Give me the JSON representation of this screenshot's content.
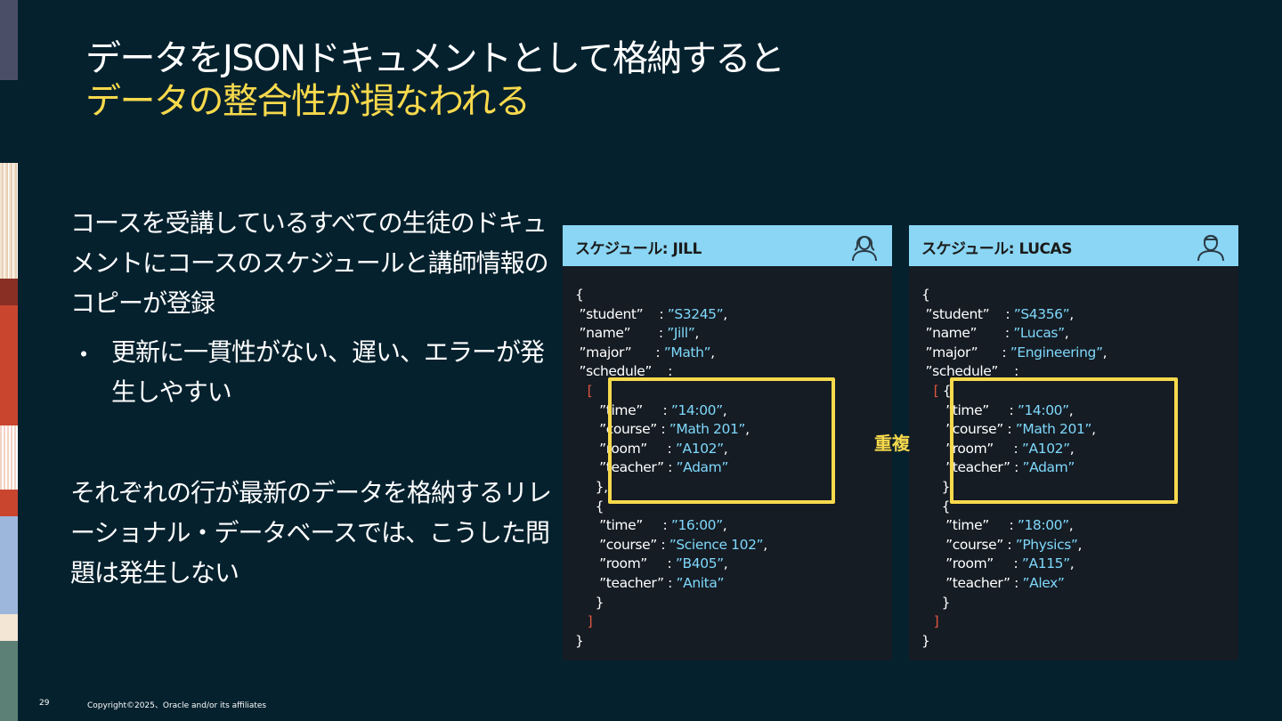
{
  "slide": {
    "title_line1": "データをJSONドキュメントとして格納すると",
    "title_line2": "データの整合性が損なわれる",
    "accent_color": "#f7d94c",
    "page_number": "29",
    "copyright": "Copyright©2025、Oracle and/or its affiliates"
  },
  "body": {
    "paragraph1": "コースを受講しているすべての生徒のドキュメントにコースのスケジュールと講師情報のコピーが登録",
    "bullet_marker": "・",
    "bullet1": "更新に一貫性がない、遅い、エラーが発生しやすい",
    "paragraph2": "それぞれの行が最新のデータを格納するリレーショナル・データベースでは、こうした問題は発生しない"
  },
  "duplicate_label": "重複",
  "cards": [
    {
      "title": "スケジュール:  JILL",
      "icon": "female-user-icon",
      "lines": [
        {
          "k": "{",
          "v": ""
        },
        {
          "k": " ”student”    : ",
          "v": "”S3245”",
          "t": ","
        },
        {
          "k": " ”name”       : ",
          "v": "”Jill”",
          "t": ","
        },
        {
          "k": " ”major”      : ",
          "v": "”Math”",
          "t": ","
        },
        {
          "k": " ”schedule”    :",
          "v": ""
        },
        {
          "k": "   ",
          "b": "[",
          "v": ""
        },
        {
          "k": "      ”time”     : ",
          "v": "”14:00”",
          "t": ","
        },
        {
          "k": "      ”course” : ",
          "v": "”Math 201”",
          "t": ","
        },
        {
          "k": "      ”room”     : ",
          "v": "”A102”",
          "t": ","
        },
        {
          "k": "      ”teacher” : ",
          "v": "”Adam”"
        },
        {
          "k": "     },",
          "v": ""
        },
        {
          "k": "     {",
          "v": ""
        },
        {
          "k": "      ”time”     : ",
          "v": "”16:00”",
          "t": ","
        },
        {
          "k": "      ”course” : ",
          "v": "”Science 102”",
          "t": ","
        },
        {
          "k": "      ”room”     : ",
          "v": "”B405”",
          "t": ","
        },
        {
          "k": "      ”teacher” : ",
          "v": "”Anita”"
        },
        {
          "k": "     }",
          "v": ""
        },
        {
          "k": "   ",
          "b": "]",
          "v": ""
        },
        {
          "k": "}",
          "v": ""
        }
      ]
    },
    {
      "title": "スケジュール: LUCAS",
      "icon": "male-user-icon",
      "lines": [
        {
          "k": "{",
          "v": ""
        },
        {
          "k": " ”student”    : ",
          "v": "”S4356”",
          "t": ","
        },
        {
          "k": " ”name”       : ",
          "v": "”Lucas”",
          "t": ","
        },
        {
          "k": " ”major”      : ",
          "v": "”Engineering”",
          "t": ","
        },
        {
          "k": " ”schedule”    :",
          "v": ""
        },
        {
          "k": "   ",
          "b": "[",
          "v": "",
          "t": " {"
        },
        {
          "k": "      ”time”     : ",
          "v": "”14:00”",
          "t": ","
        },
        {
          "k": "      ”course” : ",
          "v": "”Math 201”",
          "t": ","
        },
        {
          "k": "      ”room”     : ",
          "v": "”A102”",
          "t": ","
        },
        {
          "k": "      ”teacher” : ",
          "v": "”Adam”"
        },
        {
          "k": "     },",
          "v": ""
        },
        {
          "k": "     {",
          "v": ""
        },
        {
          "k": "      ”time”     : ",
          "v": "”18:00”",
          "t": ","
        },
        {
          "k": "      ”course” : ",
          "v": "”Physics”",
          "t": ","
        },
        {
          "k": "      ”room”     : ",
          "v": "”A115”",
          "t": ","
        },
        {
          "k": "      ”teacher” : ",
          "v": "”Alex”"
        },
        {
          "k": "     }",
          "v": ""
        },
        {
          "k": "   ",
          "b": "]",
          "v": ""
        },
        {
          "k": "}",
          "v": ""
        }
      ]
    }
  ]
}
